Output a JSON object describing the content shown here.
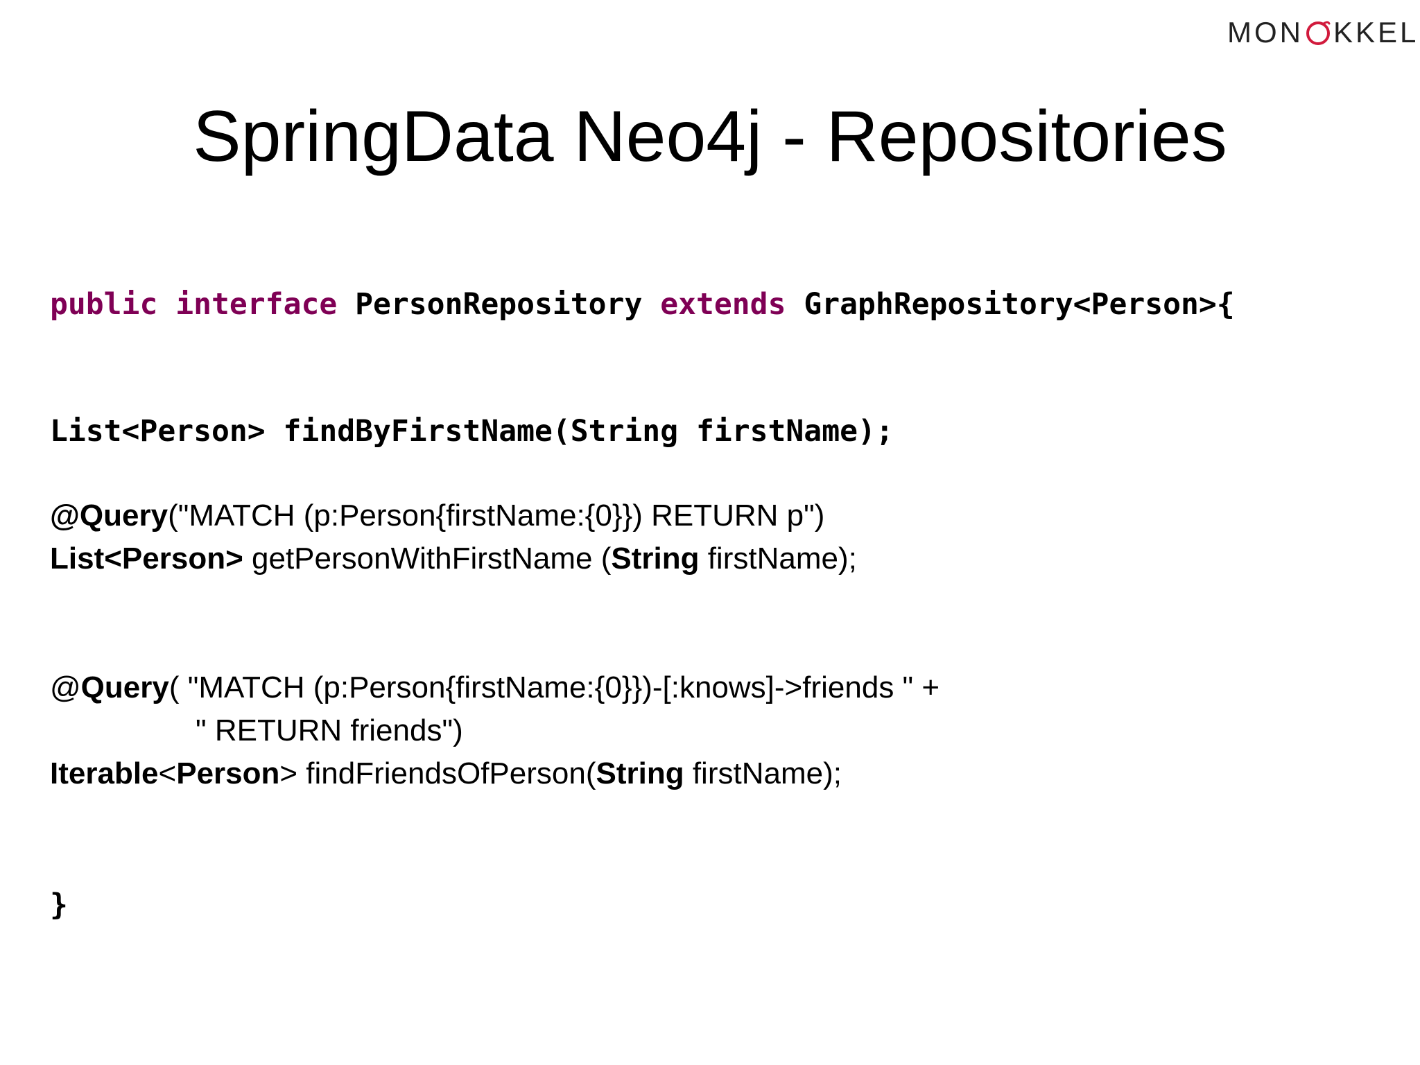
{
  "brand": {
    "logo_left": "MON",
    "logo_right": "KKEL",
    "ring_color": "#d11a3c"
  },
  "slide": {
    "title": "SpringData Neo4j - Repositories"
  },
  "code": {
    "line1": {
      "kw_public": "public",
      "kw_interface": "interface",
      "name": "PersonRepository",
      "kw_extends": "extends",
      "parent": "GraphRepository<Person>{"
    },
    "line2": "List<Person> findByFirstName(String firstName);",
    "query1": {
      "annotation": "@Query",
      "arg": "(\"MATCH (p:Person{firstName:{0}}) RETURN p\")"
    },
    "method2": {
      "type": "List<Person>",
      "name": " getPersonWithFirstName (",
      "param_type": "String",
      "rest": " firstName);"
    },
    "query2": {
      "at": "@",
      "annotation": "Query",
      "arg": "( \"MATCH (p:Person{firstName:{0}})-[:knows]->friends \" +",
      "cont": "\" RETURN friends\")"
    },
    "method3": {
      "type": "Iterable",
      "lt": "<",
      "generic": "Person",
      "gt_name": "> findFriendsOfPerson(",
      "param_type": "String",
      "rest": " firstName);"
    },
    "closing": "}"
  },
  "colors": {
    "keyword": "#7f0055",
    "text": "#000000"
  }
}
